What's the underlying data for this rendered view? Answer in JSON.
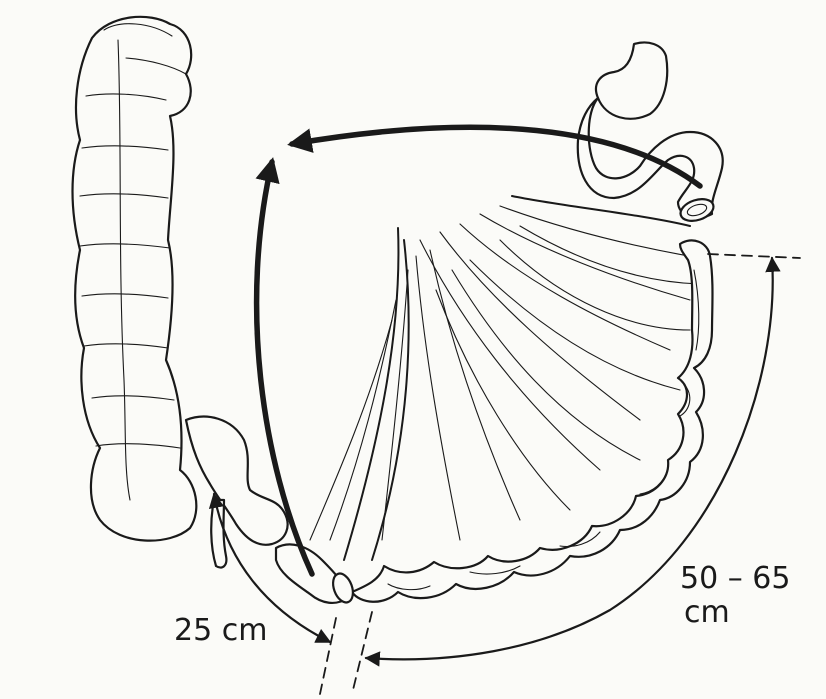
{
  "labels": {
    "short_distance": "25 cm",
    "long_distance_value": "50 – 65",
    "long_distance_unit": "cm"
  },
  "colors": {
    "ink": "#1a1a1a",
    "paper": "#fbfbf8"
  }
}
